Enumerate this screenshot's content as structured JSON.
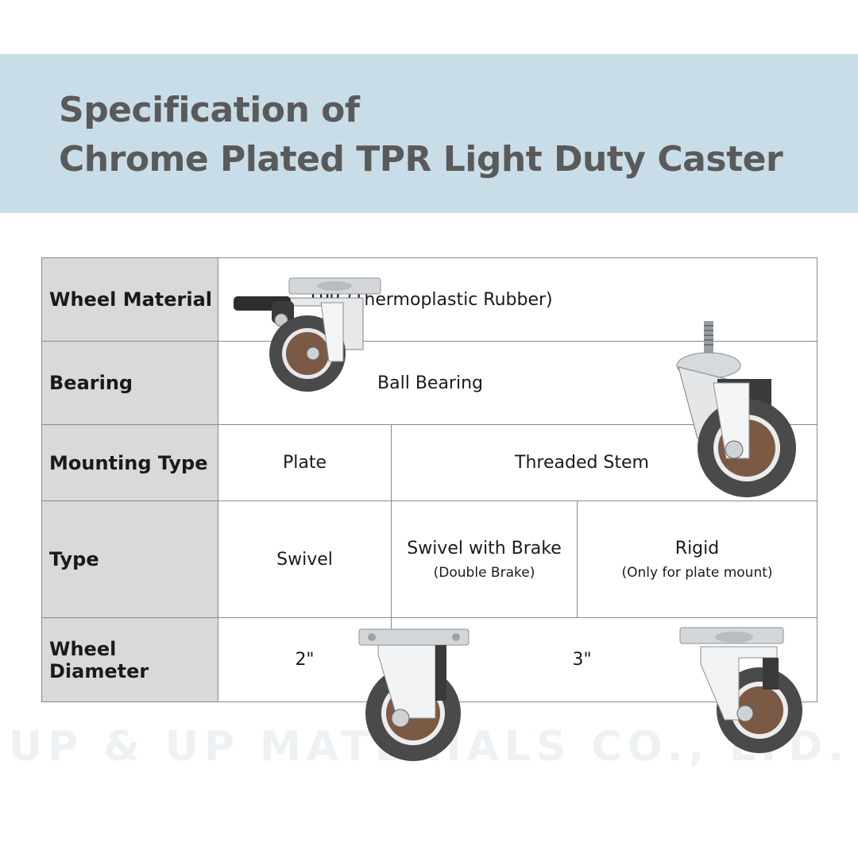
{
  "banner": {
    "title_line1": "Specification of",
    "title_line2": "Chrome Plated TPR Light Duty Caster",
    "background_color": "#c9dde8",
    "text_color": "#5a5a5a"
  },
  "spec_table": {
    "rows": [
      {
        "label": "Wheel Material",
        "value": "TPR (Thermoplastic Rubber)"
      },
      {
        "label": "Bearing",
        "value": "Ball Bearing"
      },
      {
        "label": "Mounting Type",
        "plate": "Plate",
        "threaded_stem": "Threaded Stem"
      },
      {
        "label": "Type",
        "swivel": "Swivel",
        "swivel_brake": "Swivel with Brake",
        "swivel_brake_note": "(Double Brake)",
        "rigid": "Rigid",
        "rigid_note": "(Only for plate mount)"
      },
      {
        "label": "Wheel Diameter",
        "size_small": "2\"",
        "size_large": "3\""
      }
    ],
    "label_background": "#d9d9d9"
  },
  "watermark": {
    "text": "UP & UP MATERIALS CO., LTD."
  }
}
